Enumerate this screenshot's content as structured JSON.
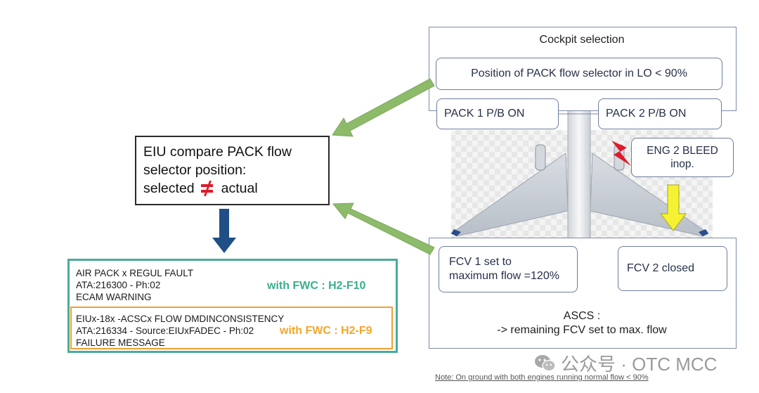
{
  "cockpit": {
    "title": "Cockpit selection",
    "selector_condition": "Position of PACK flow selector in LO < 90%",
    "pack1": "PACK 1 P/B ON",
    "pack2": "PACK 2 P/B ON"
  },
  "eng2_bleed": {
    "line1": "ENG 2 BLEED",
    "line2": "inop."
  },
  "ascs": {
    "fcv1_line1": "FCV 1 set to",
    "fcv1_line2": "maximum flow =120%",
    "fcv2": "FCV 2 closed",
    "title": "ASCS :",
    "result": "-> remaining FCV set to max. flow"
  },
  "eiu": {
    "line1": "EIU compare PACK flow",
    "line2": "selector position:",
    "line3_a": "selected",
    "line3_b": "actual"
  },
  "warning": {
    "line1": "AIR PACK x REGUL FAULT",
    "line2": "ATA:216300 - Ph:02",
    "line3": "ECAM WARNING",
    "fwc": "with FWC : H2-F10"
  },
  "failure_message": {
    "line1": "EIUx-18x -ACSCx FLOW DMDINCONSISTENCY",
    "line2": "ATA:216334 - Source:EIUxFADEC - Ph:02",
    "line3": "FAILURE MESSAGE",
    "fwc": "with FWC : H2-F9"
  },
  "note": "Note: On ground with both engines running normal flow < 90%",
  "watermark": "公众号 · OTC MCC",
  "colors": {
    "green_arrow": "#8dbb6a",
    "blue_arrow": "#1f4f86",
    "yellow_arrow": "#f5f233",
    "lightning": "#e01a2a",
    "teal_border": "#4aab98",
    "orange_border": "#f0a030"
  },
  "icons": {
    "lightning": "lightning-icon",
    "not_equal": "not-equal-icon",
    "wechat": "wechat-icon"
  }
}
